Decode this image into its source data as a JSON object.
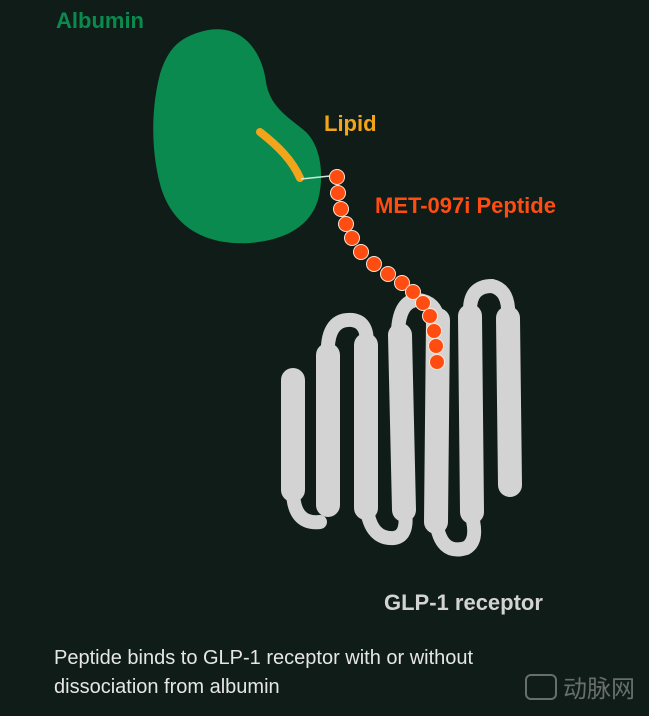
{
  "labels": {
    "albumin": "Albumin",
    "lipid": "Lipid",
    "peptide": "MET-097i Peptide",
    "receptor": "GLP-1 receptor"
  },
  "caption": "Peptide binds to GLP-1 receptor with or without dissociation from albumin",
  "watermark": {
    "text": "动脉网"
  },
  "colors": {
    "background": "#0f1c17",
    "albumin": "#0a8a4e",
    "lipid": "#f2a51a",
    "peptide": "#ff4d12",
    "receptor": "#d3d3d3",
    "caption": "#e6e6e6"
  }
}
